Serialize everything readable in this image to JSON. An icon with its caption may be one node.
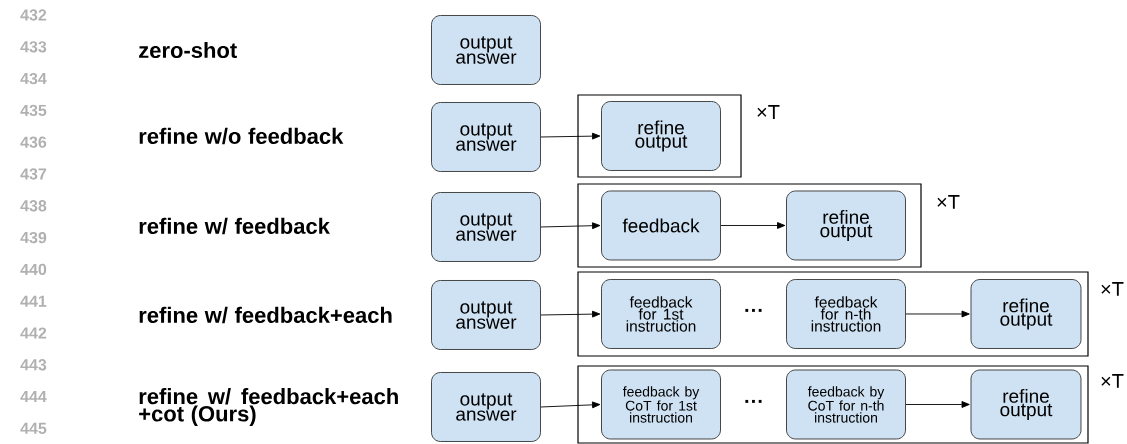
{
  "diagram": {
    "nodes": [
      {
        "text": [
          "output answer"
        ]
      },
      {
        "text": [
          "output answer"
        ]
      },
      {
        "text": [
          "×T"
        ]
      },
      {
        "text": [
          "refine output"
        ],
        "in": 2
      },
      {
        "text": [
          "output answer"
        ]
      },
      {
        "text": [
          "×T"
        ]
      },
      {
        "text": [
          "feedback"
        ],
        "in": 5
      },
      {
        "text": [
          "refine output"
        ],
        "in": 5
      },
      {
        "text": [
          "output answer"
        ]
      },
      {
        "text": [
          "×T"
        ]
      },
      {
        "text": [
          "feedback for 1st instruction"
        ],
        "in": 9
      },
      {
        "text": [
          "feedback for n-th instruction"
        ],
        "in": 9
      },
      {
        "text": [
          "refine output"
        ],
        "in": 9
      },
      {
        "text": [
          "output answer"
        ]
      },
      {
        "text": [
          "×T"
        ]
      },
      {
        "text": [
          "feedback by CoT for 1st instruction"
        ],
        "in": 14
      },
      {
        "text": [
          "feedback by CoT for n-th instruction"
        ],
        "in": 14
      },
      {
        "text": [
          "refine output"
        ],
        "in": 14
      }
    ],
    "edges": [
      {
        "from": 1,
        "to": 3,
        "arrow": "to"
      },
      {
        "from": 4,
        "to": 6,
        "arrow": "to"
      },
      {
        "from": 6,
        "to": 7,
        "arrow": "to"
      },
      {
        "from": 8,
        "to": 10,
        "arrow": "to"
      },
      {
        "from": 11,
        "to": 12,
        "arrow": "to"
      },
      {
        "from": 13,
        "to": 15,
        "arrow": "to"
      },
      {
        "from": 16,
        "to": 17,
        "arrow": "to"
      }
    ],
    "labels": [
      "432",
      "433",
      "434",
      "435",
      "436",
      "437",
      "438",
      "439",
      "440",
      "441",
      "442",
      "443",
      "444",
      "445",
      "zero-shot",
      "refine w/o feedback",
      "refine w/ feedback",
      "refine w/ feedback+each",
      "refine w/ feedback+each +cot (Ours)",
      "···",
      "···"
    ]
  }
}
